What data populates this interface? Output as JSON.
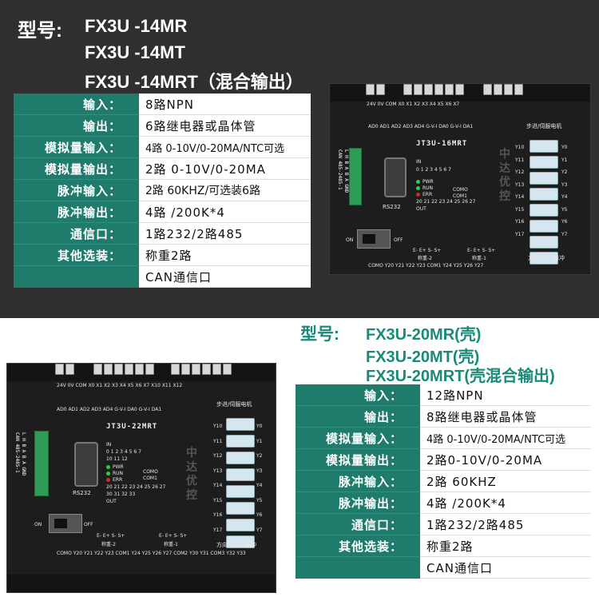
{
  "top": {
    "model_label": "型号:",
    "models": [
      "FX3U -14MR",
      "FX3U -14MT",
      "FX3U -14MRT（混合输出）"
    ],
    "specs": [
      {
        "key": "输入：",
        "value": "8路NPN"
      },
      {
        "key": "输出：",
        "value": "6路继电器或晶体管"
      },
      {
        "key": "模拟量输入：",
        "value": "4路 0-10V/0-20MA/NTC可选"
      },
      {
        "key": "模拟量输出：",
        "value": "2路 0-10V/0-20MA"
      },
      {
        "key": "脉冲输入：",
        "value": "2路 60KHZ/可选装6路"
      },
      {
        "key": "脉冲输出：",
        "value": "4路 /200K*4"
      },
      {
        "key": "通信口：",
        "value": "1路232/2路485"
      },
      {
        "key": "其他选装：",
        "value": "称重2路"
      },
      {
        "key": "",
        "value": "CAN通信口"
      }
    ],
    "device": {
      "model": "JT3U-16MRT",
      "brand": [
        "中",
        "达",
        "优",
        "控"
      ],
      "rs232": "RS232",
      "can485": "CAN 485-2485-1",
      "can_pins": "L H B A B A GND",
      "top_terminals": "24V 0V   COM X0 X1 X2 X3 X4   X5 X6 X7",
      "analog": "AD0 AD1 AD2 AD3 AD4   G-V-I DA0  G-V-I DA1",
      "motor": "步进/伺服电机",
      "in_row": "IN",
      "in_nums": "0 1 2 3 4 5 6 7",
      "status": [
        "PWR",
        "RUN",
        "ERR"
      ],
      "como": "COMO",
      "com1": "COM1",
      "out_nums": "20 21 22 23 24 25 26 27",
      "out": "OUT",
      "on": "ON",
      "off": "OFF",
      "bottom_terminals": "COMO Y20 Y21 Y22 Y23 COM1 Y24 Y25 Y26 Y27",
      "encoder1": "E-  E+  S-  S+",
      "encoder1_lbl": "称重-2",
      "encoder2": "E-  E+  S-  S+",
      "encoder2_lbl": "称重-1",
      "y_labels": [
        "Y10",
        "Y11",
        "Y12",
        "Y13",
        "Y14",
        "Y15",
        "Y16",
        "Y17"
      ],
      "y_right": [
        "Y0",
        "Y1",
        "Y2",
        "Y3",
        "Y4",
        "Y5",
        "Y6",
        "Y7"
      ],
      "dir": "方向",
      "pulse": "脉冲"
    }
  },
  "bottom": {
    "model_label": "型号:",
    "models": [
      "FX3U-20MR(壳)",
      "FX3U-20MT(壳)",
      "FX3U-20MRT(壳混合输出)"
    ],
    "specs": [
      {
        "key": "输入：",
        "value": "12路NPN"
      },
      {
        "key": "输出：",
        "value": "8路继电器或晶体管"
      },
      {
        "key": "模拟量输入：",
        "value": "4路 0-10V/0-20MA/NTC可选"
      },
      {
        "key": "模拟量输出：",
        "value": "2路0-10V/0-20MA"
      },
      {
        "key": "脉冲输入：",
        "value": "2路 60KHZ"
      },
      {
        "key": "脉冲输出：",
        "value": "4路 /200K*4"
      },
      {
        "key": "通信口：",
        "value": "1路232/2路485"
      },
      {
        "key": "其他选装：",
        "value": "称重2路"
      },
      {
        "key": "",
        "value": "CAN通信口"
      }
    ],
    "device": {
      "model": "JT3U-22MRT",
      "brand": [
        "中",
        "达",
        "优",
        "控"
      ],
      "rs232": "RS232",
      "can485": "CAN 485-2485-1",
      "can_pins": "L H B A B A GND",
      "top_terminals": "24V 0V   COM X0 X1 X2 X3 X4   X5 X6 X7 X10 X11 X12",
      "analog": "AD0 AD1 AD2 AD3 AD4   G-V-I DA0  G-V-I DA1",
      "motor": "步进/伺服电机",
      "in_row": "IN",
      "in_nums": "0 1 2 3 4 5 6 7",
      "in_nums2": "10 11 12",
      "status": [
        "PWR",
        "RUN",
        "ERR"
      ],
      "como": "COMO",
      "com1": "COM1",
      "out_nums": "20 21 22 23 24 25 26 27",
      "out_nums2": "30 31 32 33",
      "out": "OUT",
      "on": "ON",
      "off": "OFF",
      "bottom_terminals": "COMO Y20 Y21 Y22 Y23 COM1 Y24 Y25 Y26 Y27   COM2 Y30 Y31 COM3 Y32 Y33",
      "encoder1": "E-  E+  S-  S+",
      "encoder1_lbl": "称重-2",
      "encoder2": "E-  E+  S-  S+",
      "encoder2_lbl": "称重-1",
      "y_labels": [
        "Y10",
        "Y11",
        "Y12",
        "Y13",
        "Y14",
        "Y15",
        "Y16",
        "Y17"
      ],
      "y_right": [
        "Y0",
        "Y1",
        "Y2",
        "Y3",
        "Y4",
        "Y5",
        "Y6",
        "Y7"
      ],
      "dir": "方向",
      "pulse": "脉冲"
    }
  },
  "colors": {
    "dark_bg": "#2f2f2f",
    "teal_label": "#1f7c6d",
    "bottom_title": "#1a8a78"
  }
}
